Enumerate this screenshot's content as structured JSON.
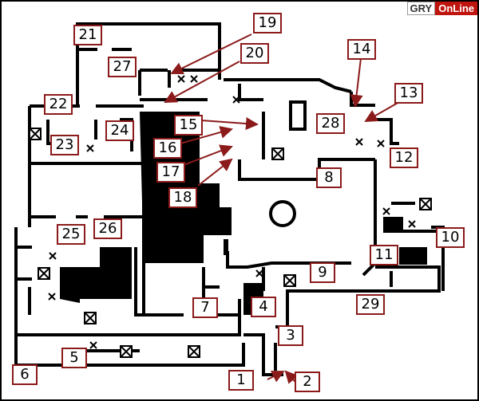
{
  "logo": {
    "part1": "GRY",
    "part2": "OnLine"
  },
  "colors": {
    "label_border": "#8b1a1a",
    "arrow": "#8b1a1a",
    "wall": "#000000"
  },
  "markers": [
    {
      "id": "1",
      "label": "1"
    },
    {
      "id": "2",
      "label": "2"
    },
    {
      "id": "3",
      "label": "3"
    },
    {
      "id": "4",
      "label": "4"
    },
    {
      "id": "5",
      "label": "5"
    },
    {
      "id": "6",
      "label": "6"
    },
    {
      "id": "7",
      "label": "7"
    },
    {
      "id": "8",
      "label": "8"
    },
    {
      "id": "9",
      "label": "9"
    },
    {
      "id": "10",
      "label": "10"
    },
    {
      "id": "11",
      "label": "11"
    },
    {
      "id": "12",
      "label": "12"
    },
    {
      "id": "13",
      "label": "13"
    },
    {
      "id": "14",
      "label": "14"
    },
    {
      "id": "15",
      "label": "15"
    },
    {
      "id": "16",
      "label": "16"
    },
    {
      "id": "17",
      "label": "17"
    },
    {
      "id": "18",
      "label": "18"
    },
    {
      "id": "19",
      "label": "19"
    },
    {
      "id": "20",
      "label": "20"
    },
    {
      "id": "21",
      "label": "21"
    },
    {
      "id": "22",
      "label": "22"
    },
    {
      "id": "23",
      "label": "23"
    },
    {
      "id": "24",
      "label": "24"
    },
    {
      "id": "25",
      "label": "25"
    },
    {
      "id": "26",
      "label": "26"
    },
    {
      "id": "27",
      "label": "27"
    },
    {
      "id": "28",
      "label": "28"
    },
    {
      "id": "29",
      "label": "29"
    }
  ]
}
